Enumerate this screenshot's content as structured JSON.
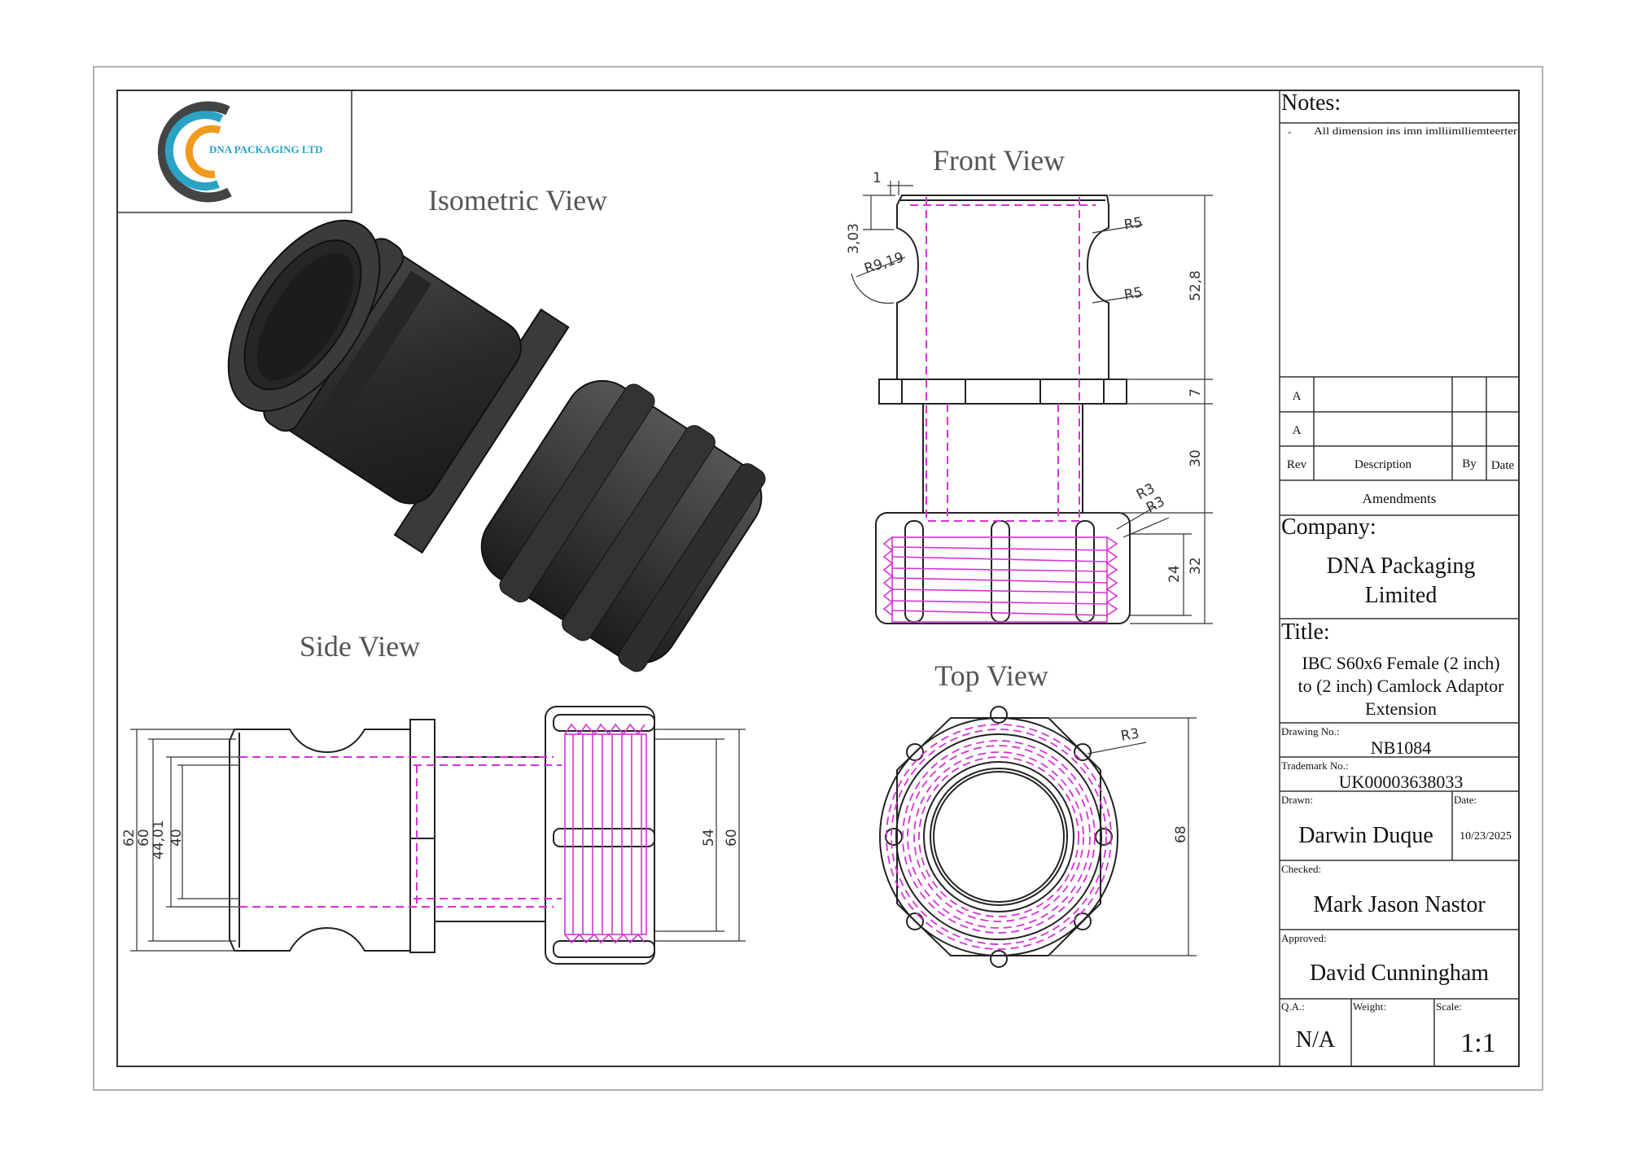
{
  "logo": {
    "company": "DNA PACKAGING LTD"
  },
  "views": {
    "isometric": "Isometric View",
    "front": "Front View",
    "side": "Side View",
    "top": "Top View"
  },
  "dimensions": {
    "front": {
      "d1": "1",
      "d303": "3,03",
      "r919": "R9,19",
      "r5a": "R5",
      "r5b": "R5",
      "d528": "52,8",
      "d7": "7",
      "d30": "30",
      "r3a": "R3",
      "r3b": "R3",
      "d24": "24",
      "d32": "32"
    },
    "side": {
      "d62": "62",
      "d60": "60",
      "d4401": "44,01",
      "d40": "40",
      "d54": "54",
      "d60b": "60"
    },
    "top": {
      "r3": "R3",
      "d68": "68"
    }
  },
  "title_block": {
    "notes_label": "Notes:",
    "note_bullet": "-",
    "note_text": "All dimension ins imn imlliimlliemteerter",
    "revisions": [
      {
        "rev": "A",
        "description": "",
        "by": "",
        "date": ""
      },
      {
        "rev": "A",
        "description": "",
        "by": "",
        "date": ""
      }
    ],
    "rev_header": {
      "rev": "Rev",
      "description": "Description",
      "by": "By",
      "date": "Date"
    },
    "amendments": "Amendments",
    "company_label": "Company:",
    "company_line1": "DNA Packaging",
    "company_line2": "Limited",
    "title_label": "Title:",
    "title_line1": "IBC S60x6 Female (2 inch)",
    "title_line2": "to (2 inch) Camlock Adaptor",
    "title_line3": "Extension",
    "drawing_no_label": "Drawing No.:",
    "drawing_no": "NB1084",
    "trademark_label": "Trademark No.:",
    "trademark_no": "UK00003638033",
    "drawn_label": "Drawn:",
    "drawn_by": "Darwin Duque",
    "date_label": "Date:",
    "date": "10/23/2025",
    "checked_label": "Checked:",
    "checked_by": "Mark Jason Nastor",
    "approved_label": "Approved:",
    "approved_by": "David Cunningham",
    "qa_label": "Q.A.:",
    "qa": "N/A",
    "weight_label": "Weight:",
    "weight": "",
    "scale_label": "Scale:",
    "scale": "1:1"
  },
  "colors": {
    "hidden_lines": "#d633d6",
    "body_dark": "#2c2c2c",
    "logo_blue": "#2aa3c4",
    "logo_orange": "#f29a1d",
    "logo_gray": "#444444"
  }
}
